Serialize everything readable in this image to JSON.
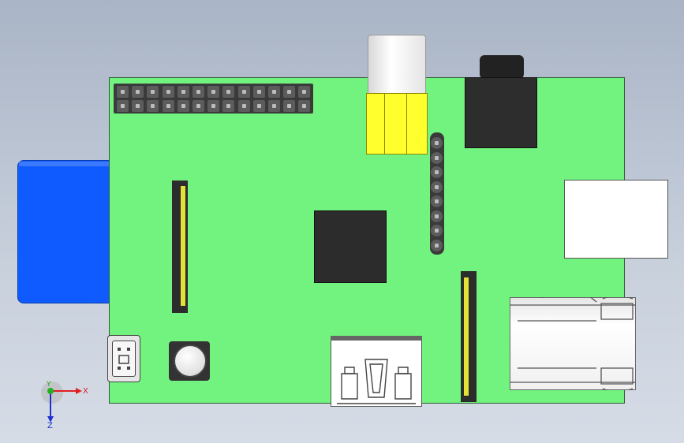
{
  "axes": {
    "x_label": "X",
    "y_label": "Y",
    "z_label": "Z",
    "x_color": "#e02020",
    "y_color": "#20b020",
    "z_color": "#2030d0"
  },
  "colors": {
    "board": "#72f27e",
    "sd_card": "#0f5bff",
    "rca_yellow": "#ffff2e",
    "ffc_contacts": "#e5e038",
    "chip": "#2c2c2c"
  },
  "components": [
    "gpio-header",
    "rca-connector",
    "audio-jack",
    "usb-connector",
    "processor-chip",
    "vertical-pin-header",
    "display-ribbon-connector",
    "camera-ribbon-connector",
    "micro-usb-port",
    "push-button",
    "hdmi-port",
    "ethernet-port",
    "sd-card"
  ]
}
